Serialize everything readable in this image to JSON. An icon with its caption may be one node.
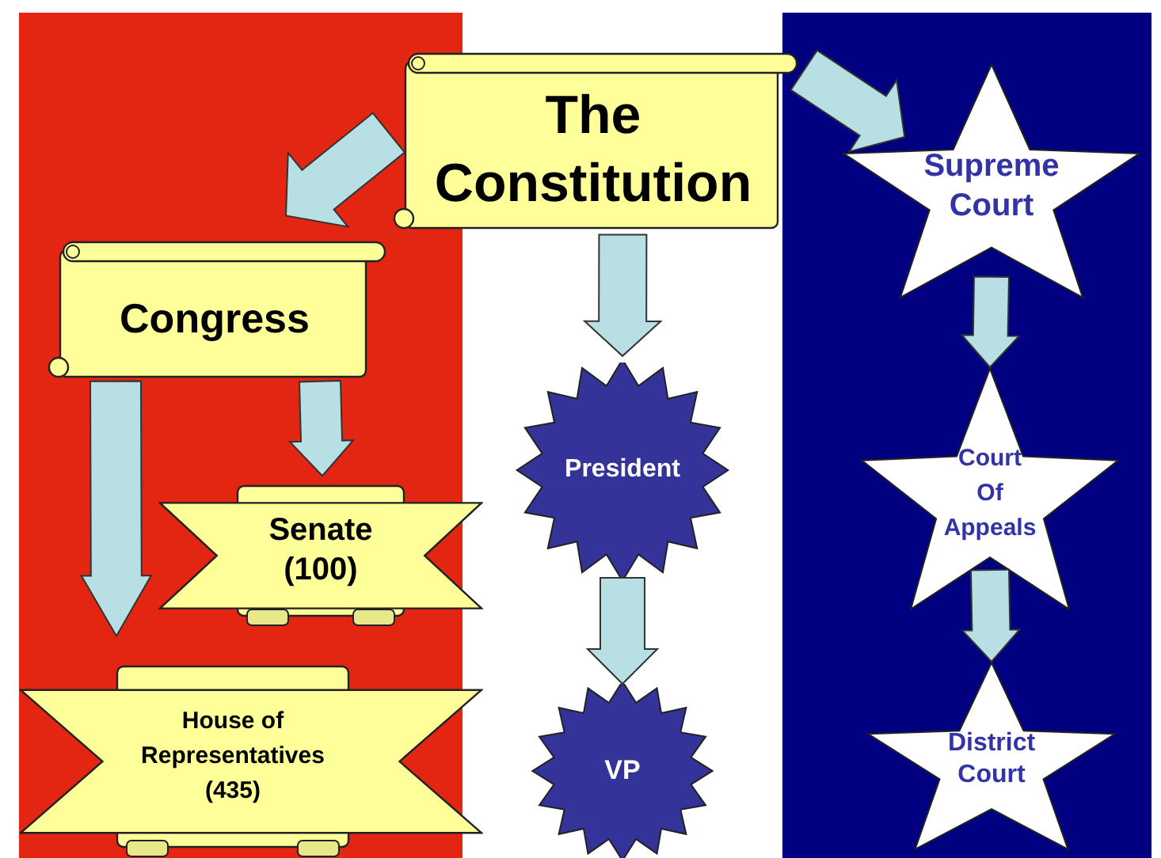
{
  "diagram": {
    "nodes": [
      {
        "text": [
          "The Constitution"
        ]
      },
      {
        "text": [
          "Congress"
        ]
      },
      {
        "text": [
          "Senate (100)"
        ]
      },
      {
        "text": [
          "House of Representatives (435)"
        ]
      },
      {
        "text": [
          "President"
        ]
      },
      {
        "text": [
          "VP"
        ]
      },
      {
        "text": [
          "Supreme Court"
        ]
      },
      {
        "text": [
          "Court Of Appeals"
        ]
      },
      {
        "text": [
          "District Court"
        ]
      }
    ],
    "edges": [
      {
        "from": 0,
        "to": 1,
        "arrow": "to"
      },
      {
        "from": 0,
        "to": 6,
        "arrow": "to"
      },
      {
        "from": 0,
        "to": 4,
        "arrow": "to"
      },
      {
        "from": 1,
        "to": 3,
        "arrow": "to"
      },
      {
        "from": 1,
        "to": 2,
        "arrow": "to"
      },
      {
        "from": 4,
        "to": 5,
        "arrow": "to"
      },
      {
        "from": 6,
        "to": 7,
        "arrow": "to"
      },
      {
        "from": 7,
        "to": 8,
        "arrow": "to"
      }
    ]
  }
}
